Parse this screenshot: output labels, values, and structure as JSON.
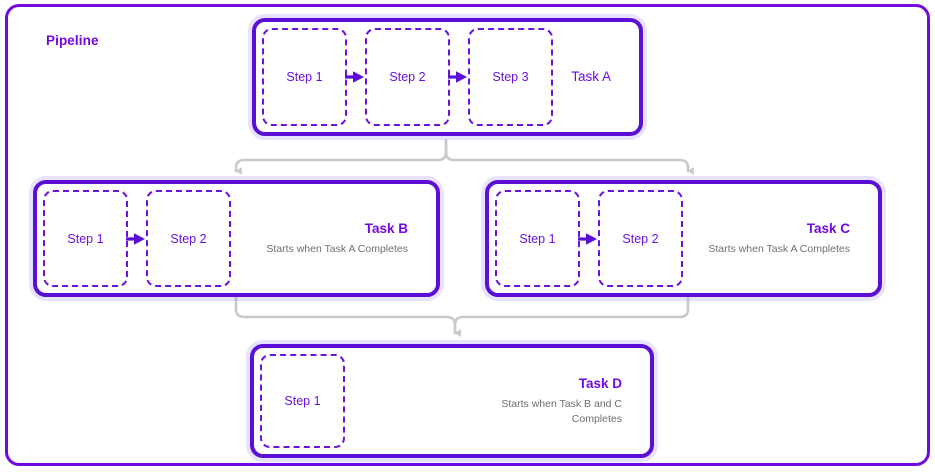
{
  "pipeline": {
    "title": "Pipeline",
    "accent_color": "#7209e0",
    "card_border_color": "#5b0fd6",
    "step_border_color": "#6b12e0",
    "connector_color": "#c9c9c9",
    "subtext_color": "#6f6f6f",
    "background_color": "#ffffff"
  },
  "tasks": [
    {
      "id": "task-a",
      "name": "Task A",
      "subtext": "",
      "steps": [
        {
          "label": "Step 1"
        },
        {
          "label": "Step 2"
        },
        {
          "label": "Step 3"
        }
      ],
      "arrow_icon": "arrow-right-icon"
    },
    {
      "id": "task-b",
      "name": "Task B",
      "subtext": "Starts when Task A Completes",
      "steps": [
        {
          "label": "Step 1"
        },
        {
          "label": "Step 2"
        }
      ],
      "arrow_icon": "arrow-right-icon"
    },
    {
      "id": "task-c",
      "name": "Task C",
      "subtext": "Starts when Task A Completes",
      "steps": [
        {
          "label": "Step 1"
        },
        {
          "label": "Step 2"
        }
      ],
      "arrow_icon": "arrow-right-icon"
    },
    {
      "id": "task-d",
      "name": "Task D",
      "subtext": "Starts when Task B and C Completes",
      "steps": [
        {
          "label": "Step 1"
        }
      ],
      "arrow_icon": "arrow-right-icon"
    }
  ],
  "connections": [
    {
      "from": "Task A",
      "to": "Task B"
    },
    {
      "from": "Task A",
      "to": "Task C"
    },
    {
      "from": "Task B",
      "to": "Task D"
    },
    {
      "from": "Task C",
      "to": "Task D"
    }
  ]
}
